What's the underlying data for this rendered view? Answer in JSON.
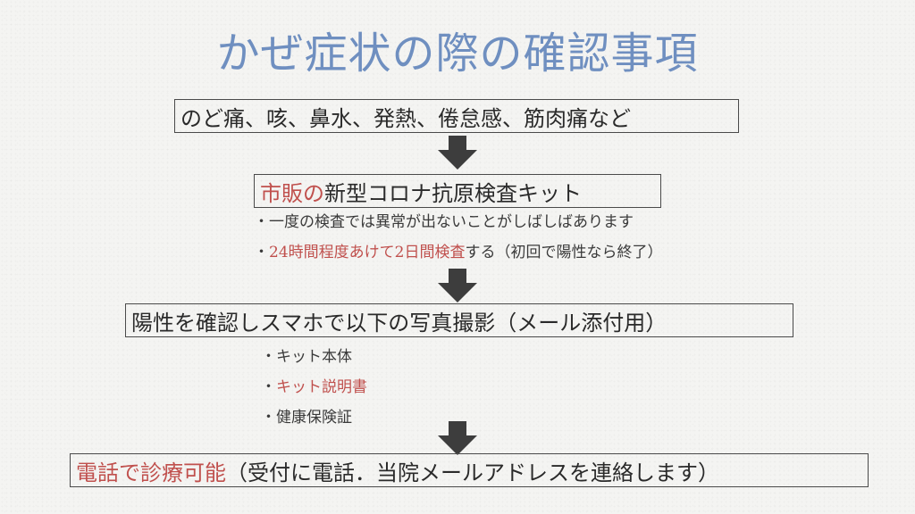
{
  "title": "かぜ症状の際の確認事項",
  "colors": {
    "title": "#6f8fc0",
    "highlight": "#c0504d",
    "arrow": "#3d3d3d",
    "border": "#4a4a4a"
  },
  "steps": {
    "symptoms": {
      "text": "のど痛、咳、鼻水、発熱、倦怠感、筋肉痛など"
    },
    "kit": {
      "highlight": "市販の",
      "text": "新型コロナ抗原検査キット",
      "notes": [
        {
          "bullet": "・",
          "text": "一度の検査では異常が出ないことがしばしばあります"
        },
        {
          "bullet": "・",
          "highlight": "24時間程度あけて2日間検査",
          "text": "する（初回で陽性なら終了）"
        }
      ]
    },
    "photo": {
      "text": "陽性を確認しスマホで以下の写真撮影（メール添付用）",
      "notes": [
        {
          "bullet": "・",
          "text": "キット本体"
        },
        {
          "bullet": "・",
          "highlight": "キット説明書"
        },
        {
          "bullet": "・",
          "text": "健康保険証"
        }
      ]
    },
    "call": {
      "highlight": "電話で診療可能",
      "text": "（受付に電話．当院メールアドレスを連絡します）"
    }
  },
  "icons": {
    "arrow": "down-arrow-icon"
  }
}
